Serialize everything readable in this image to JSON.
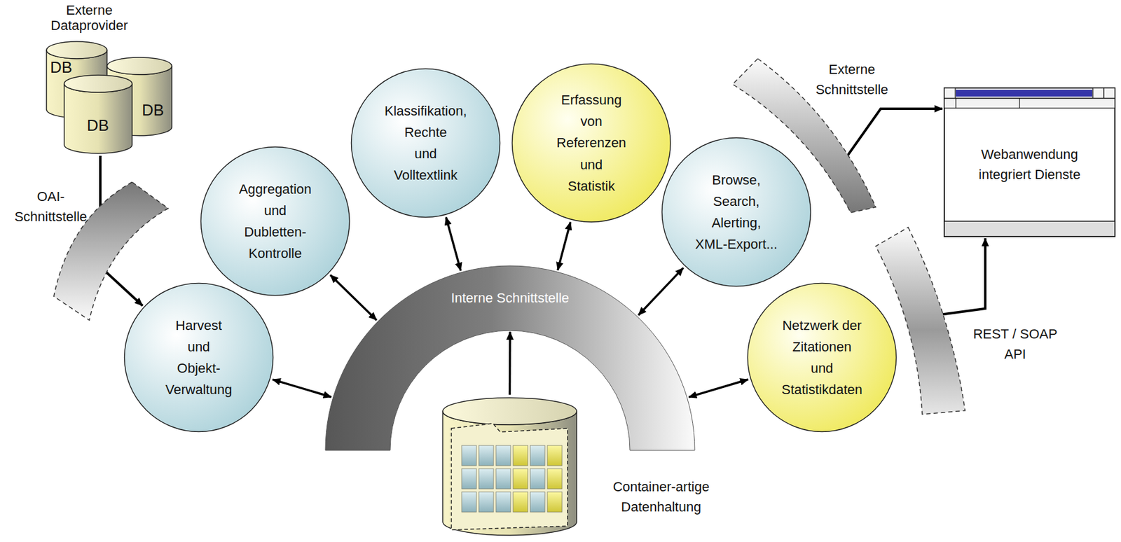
{
  "diagram": {
    "nodes": [
      {
        "text": [
          "Externe Dataprovider"
        ]
      },
      {
        "text": [
          "OAI- Schnittstelle"
        ]
      },
      {
        "text": [
          "Harvest und Objekt- Verwaltung"
        ]
      },
      {
        "text": [
          "Aggregation und Dubletten- Kontrolle"
        ]
      },
      {
        "text": [
          "Klassifikation, Rechte und Volltextlink"
        ]
      },
      {
        "text": [
          "Erfassung von Referenzen und Statistik"
        ]
      },
      {
        "text": [
          "Browse, Search, Alerting, XML-Export..."
        ]
      },
      {
        "text": [
          "Netzwerk der Zitationen und Statistikdaten"
        ]
      },
      {
        "text": [
          "Interne Schnittstelle"
        ]
      },
      {
        "text": [
          "Container-artige Datenhaltung"
        ]
      },
      {
        "text": [
          "Externe Schnittstelle"
        ]
      },
      {
        "text": [
          "REST / SOAP API"
        ]
      },
      {
        "text": [
          "Webanwendung integriert Dienste"
        ]
      }
    ],
    "edges": [
      {
        "from": 0,
        "to": 1,
        "arrow": "none"
      },
      {
        "from": 1,
        "to": 2,
        "arrow": "to"
      },
      {
        "from": 2,
        "to": 8,
        "arrow": "both"
      },
      {
        "from": 3,
        "to": 8,
        "arrow": "both"
      },
      {
        "from": 4,
        "to": 8,
        "arrow": "both"
      },
      {
        "from": 5,
        "to": 8,
        "arrow": "both"
      },
      {
        "from": 6,
        "to": 8,
        "arrow": "both"
      },
      {
        "from": 7,
        "to": 8,
        "arrow": "both"
      },
      {
        "from": 9,
        "to": 8,
        "arrow": "to"
      },
      {
        "from": 10,
        "to": 12,
        "arrow": "to"
      },
      {
        "from": 11,
        "to": 12,
        "arrow": "to"
      }
    ],
    "labels": [
      "DB",
      "DB",
      "DB"
    ]
  }
}
